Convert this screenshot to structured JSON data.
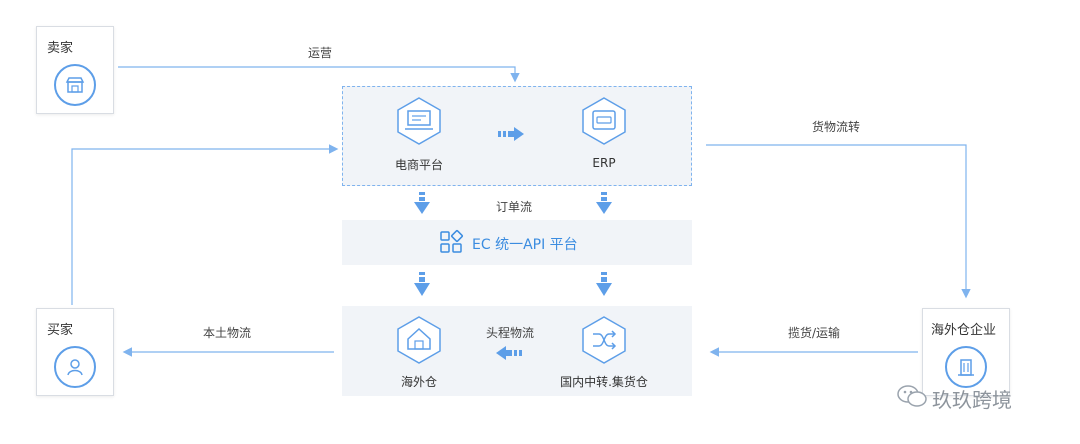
{
  "nodes": {
    "seller": {
      "label": "卖家"
    },
    "buyer": {
      "label": "买家"
    },
    "overseas_company": {
      "label": "海外仓企业"
    },
    "ecommerce": {
      "label": "电商平台"
    },
    "erp": {
      "label": "ERP"
    },
    "api_platform": {
      "label": "EC 统一API 平台"
    },
    "overseas_warehouse": {
      "label": "海外仓"
    },
    "domestic_hub": {
      "label": "国内中转.集货仓"
    }
  },
  "edges": {
    "operate": "运营",
    "goods_flow": "货物流转",
    "order_flow": "订单流",
    "first_leg": "头程物流",
    "local_logistics": "本土物流",
    "pickup_transport": "揽货/运输"
  },
  "watermark": "玖玖跨境",
  "colors": {
    "accent": "#3b8ce0",
    "line": "#7fb3ee",
    "panel": "#f1f4f8"
  }
}
